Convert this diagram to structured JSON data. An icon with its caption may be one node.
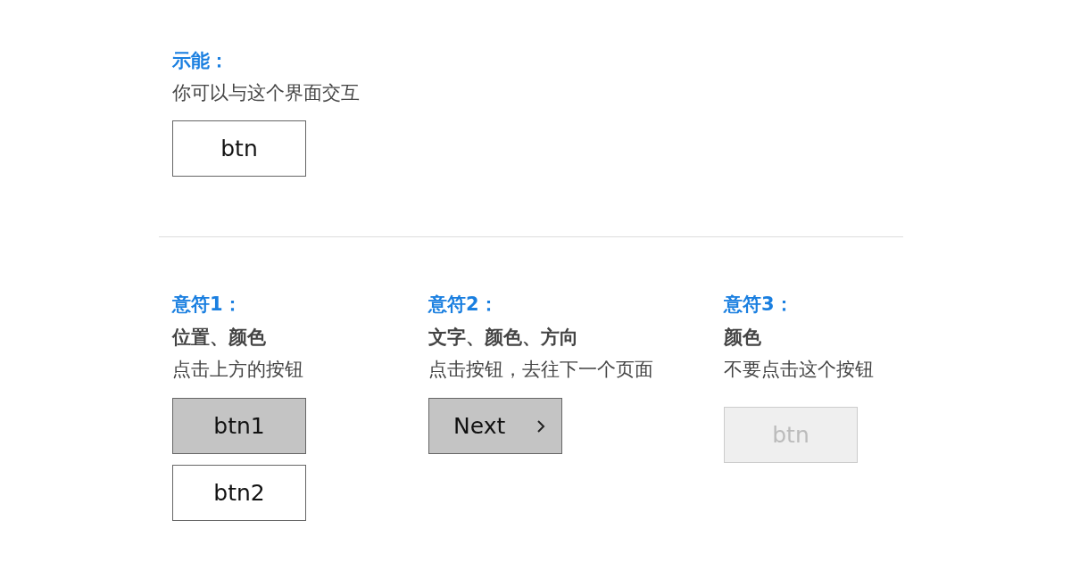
{
  "diagram": {
    "nodes": [
      {
        "text": [
          "btn"
        ]
      },
      {
        "text": [
          "btn1"
        ]
      },
      {
        "text": [
          "btn2"
        ]
      },
      {
        "text": [
          "Next"
        ]
      },
      {
        "text": [
          "btn"
        ]
      }
    ],
    "labels": [
      "示能：",
      "你可以与这个界面交互",
      "意符1：",
      "位置、颜色",
      "点击上方的按钮",
      "意符2：",
      "文字、颜色、方向",
      "点击按钮，去往下一个页面",
      "意符3：",
      "颜色",
      "不要点击这个按钮"
    ]
  }
}
